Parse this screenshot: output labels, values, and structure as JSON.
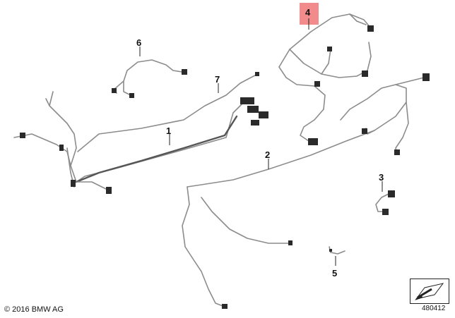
{
  "callouts": [
    {
      "id": "c1",
      "label": "1"
    },
    {
      "id": "c2",
      "label": "2"
    },
    {
      "id": "c3",
      "label": "3"
    },
    {
      "id": "c4",
      "label": "4",
      "highlighted": true,
      "highlight_color": "#f28b8b"
    },
    {
      "id": "c5",
      "label": "5"
    },
    {
      "id": "c6",
      "label": "6"
    },
    {
      "id": "c7",
      "label": "7"
    }
  ],
  "footer": {
    "copyright": "© 2016 BMW AG",
    "figure_number": "480412"
  },
  "colors": {
    "wire": "#8c8c8c",
    "wire_dark": "#555555",
    "connector": "#2a2a2a",
    "highlight": "#f28b8b"
  },
  "icons": {
    "viewing_direction": "arrow-indicator-icon"
  }
}
